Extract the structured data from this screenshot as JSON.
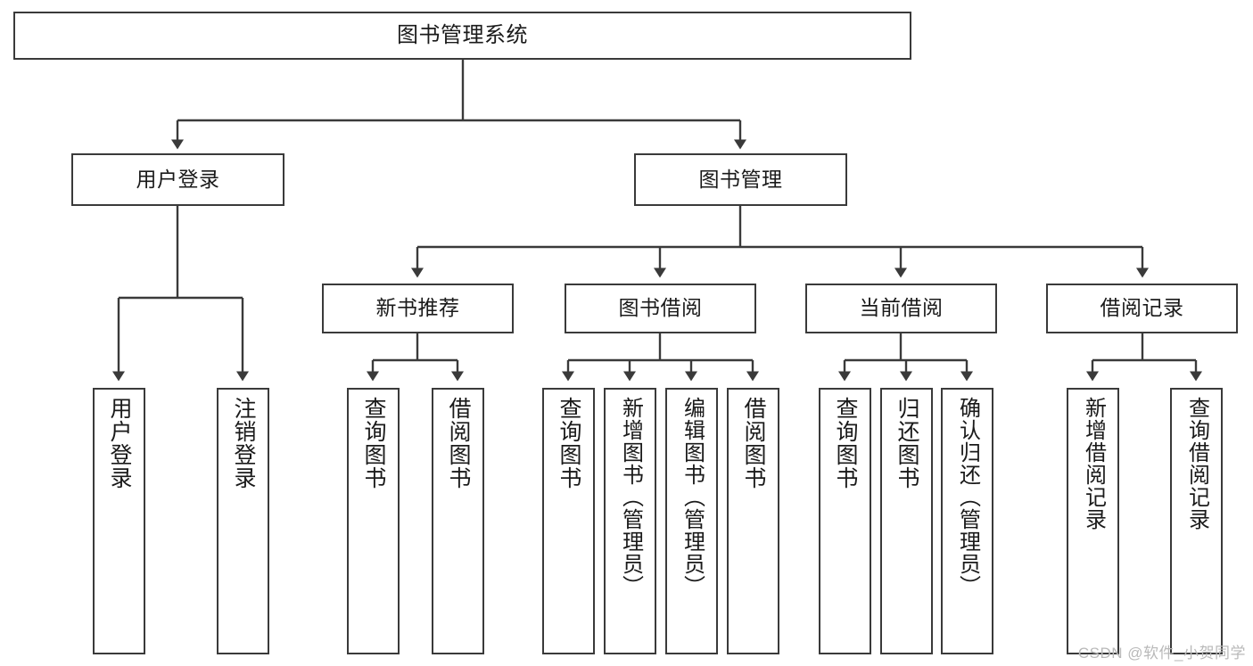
{
  "diagram": {
    "type": "tree",
    "title": "图书管理系统",
    "watermark": "CSDN @软件_小贺同学",
    "colors": {
      "stroke": "#3a3a3a",
      "fill": "#ffffff",
      "text": "#1a1a1a",
      "watermark": "#b9b9b9"
    },
    "nodes": {
      "root": {
        "label": "图书管理系统"
      },
      "level1": [
        {
          "id": "user-login",
          "label": "用户登录"
        },
        {
          "id": "book-manage",
          "label": "图书管理"
        }
      ],
      "level2": [
        {
          "id": "new-book-recommend",
          "label": "新书推荐"
        },
        {
          "id": "book-borrow",
          "label": "图书借阅"
        },
        {
          "id": "current-borrow",
          "label": "当前借阅"
        },
        {
          "id": "borrow-record",
          "label": "借阅记录"
        }
      ],
      "leaves": [
        {
          "id": "leaf-user-login",
          "label": "用户登录",
          "parent": "user-login"
        },
        {
          "id": "leaf-logout",
          "label": "注销登录",
          "parent": "user-login"
        },
        {
          "id": "leaf-query-book-1",
          "label": "查询图书",
          "parent": "new-book-recommend"
        },
        {
          "id": "leaf-borrow-book-1",
          "label": "借阅图书",
          "parent": "new-book-recommend"
        },
        {
          "id": "leaf-query-book-2",
          "label": "查询图书",
          "parent": "book-borrow"
        },
        {
          "id": "leaf-add-book",
          "label": "新增图书（管理员）",
          "parent": "book-borrow"
        },
        {
          "id": "leaf-edit-book",
          "label": "编辑图书（管理员）",
          "parent": "book-borrow"
        },
        {
          "id": "leaf-borrow-book-2",
          "label": "借阅图书",
          "parent": "book-borrow"
        },
        {
          "id": "leaf-query-book-3",
          "label": "查询图书",
          "parent": "current-borrow"
        },
        {
          "id": "leaf-return-book",
          "label": "归还图书",
          "parent": "current-borrow"
        },
        {
          "id": "leaf-confirm-return",
          "label": "确认归还（管理员）",
          "parent": "current-borrow"
        },
        {
          "id": "leaf-add-record",
          "label": "新增借阅记录",
          "parent": "borrow-record"
        },
        {
          "id": "leaf-query-record",
          "label": "查询借阅记录",
          "parent": "borrow-record"
        }
      ]
    }
  }
}
